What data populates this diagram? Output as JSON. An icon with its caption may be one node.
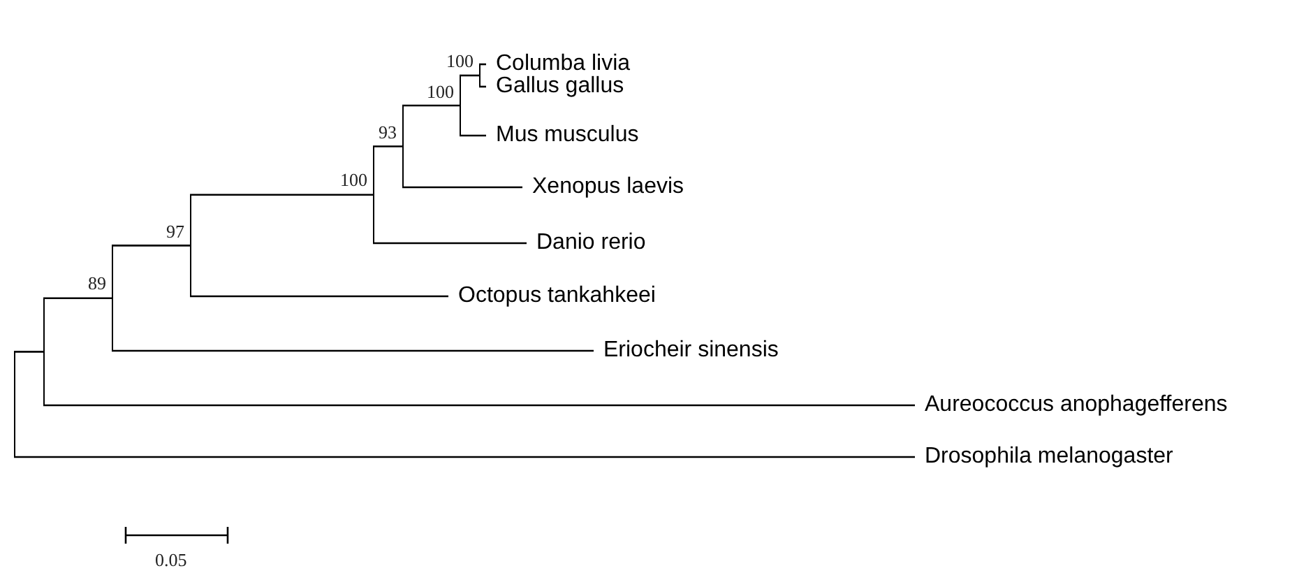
{
  "diagram": {
    "nodes": [
      {
        "text": [
          "Columba livia"
        ]
      },
      {
        "text": [
          "Gallus gallus"
        ]
      },
      {
        "text": [
          "Mus musculus"
        ]
      },
      {
        "text": [
          "Xenopus laevis"
        ]
      },
      {
        "text": [
          "Danio rerio"
        ]
      },
      {
        "text": [
          "Octopus tankahkeei"
        ]
      },
      {
        "text": [
          "Eriocheir sinensis"
        ]
      },
      {
        "text": [
          "Aureococcus anophagefferens"
        ]
      },
      {
        "text": [
          "Drosophila melanogaster"
        ]
      },
      {
        "text": [],
        "shape": "line",
        "beside": [
          "100"
        ]
      },
      {
        "text": [],
        "shape": "line",
        "beside": [
          "100"
        ]
      },
      {
        "text": [],
        "shape": "line",
        "beside": [
          "93"
        ]
      },
      {
        "text": [],
        "shape": "line",
        "beside": [
          "100"
        ]
      },
      {
        "text": [],
        "shape": "line",
        "beside": [
          "97"
        ]
      },
      {
        "text": [],
        "shape": "line",
        "beside": [
          "89"
        ]
      },
      {
        "text": [],
        "shape": "line"
      },
      {
        "text": [],
        "shape": "line"
      }
    ],
    "edges": [
      {
        "from": 9,
        "to": 0,
        "arrow": "none"
      },
      {
        "from": 9,
        "to": 1,
        "arrow": "none"
      },
      {
        "from": 10,
        "to": 9,
        "arrow": "none"
      },
      {
        "from": 10,
        "to": 2,
        "arrow": "none"
      },
      {
        "from": 11,
        "to": 10,
        "arrow": "none"
      },
      {
        "from": 11,
        "to": 3,
        "arrow": "none"
      },
      {
        "from": 12,
        "to": 11,
        "arrow": "none"
      },
      {
        "from": 12,
        "to": 4,
        "arrow": "none"
      },
      {
        "from": 13,
        "to": 12,
        "arrow": "none"
      },
      {
        "from": 13,
        "to": 5,
        "arrow": "none"
      },
      {
        "from": 14,
        "to": 13,
        "arrow": "none"
      },
      {
        "from": 14,
        "to": 6,
        "arrow": "none"
      },
      {
        "from": 16,
        "to": 14,
        "arrow": "none"
      },
      {
        "from": 16,
        "to": 7,
        "arrow": "none"
      },
      {
        "from": 15,
        "to": 16,
        "arrow": "none"
      },
      {
        "from": 15,
        "to": 8,
        "arrow": "none"
      }
    ],
    "labels": [
      "0.05"
    ]
  }
}
